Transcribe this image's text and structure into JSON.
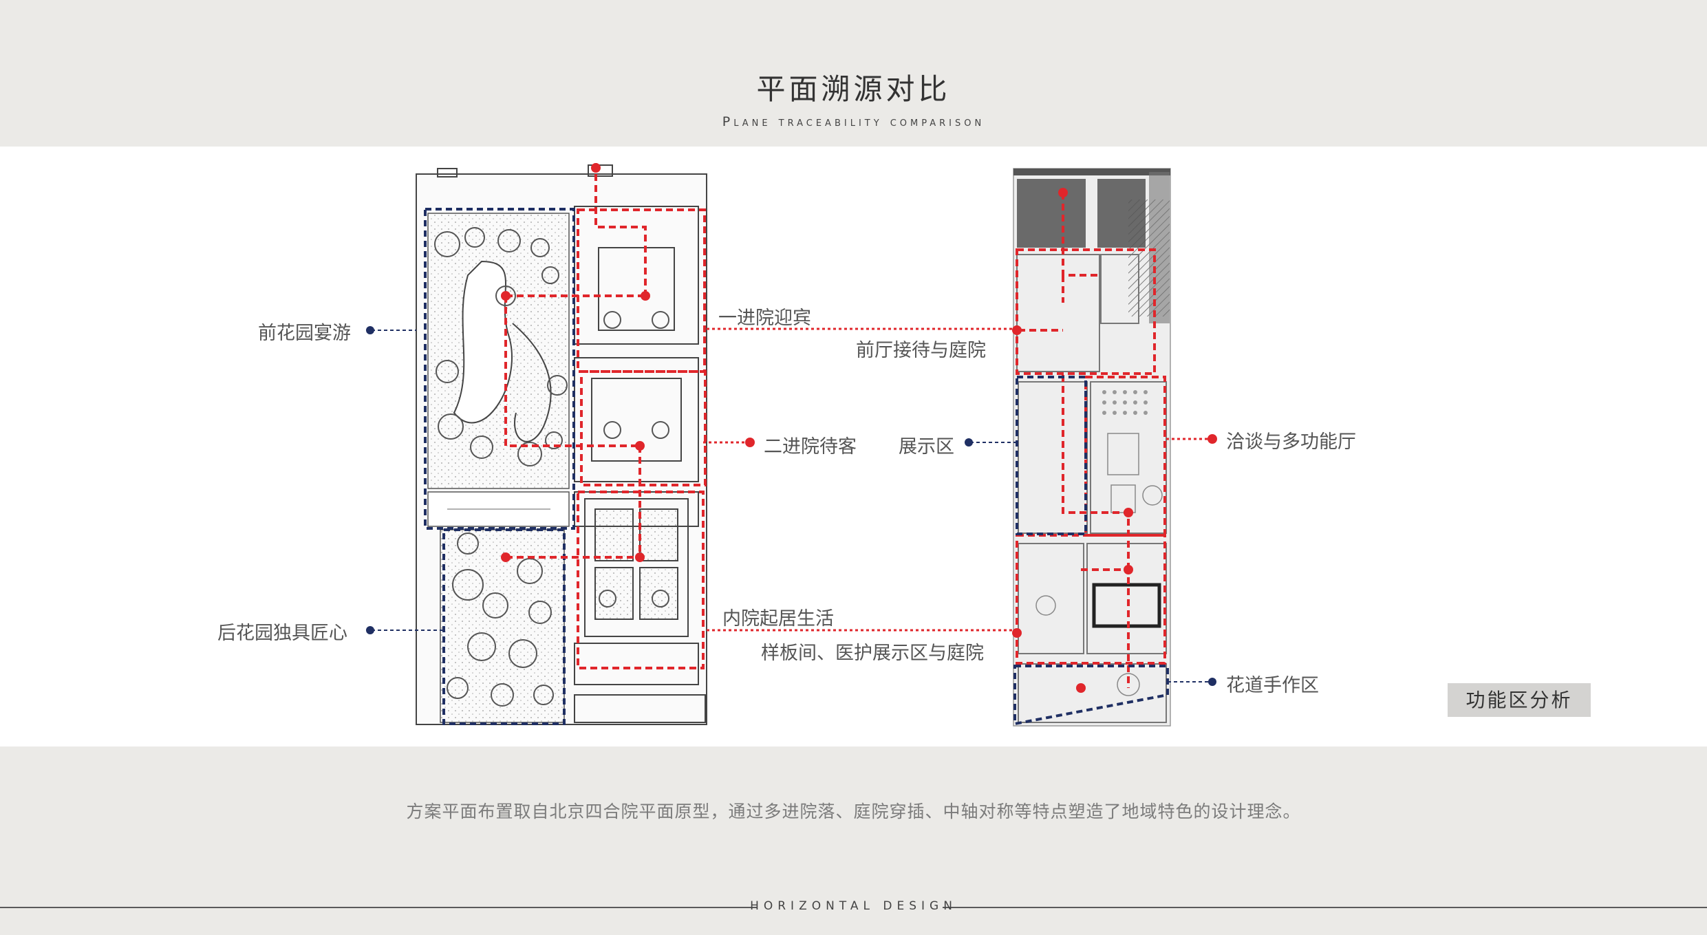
{
  "header": {
    "title": "平面溯源对比",
    "subtitle": "Plane traceability comparison"
  },
  "labels": {
    "front_garden": "前花园宴游",
    "back_garden": "后花园独具匠心",
    "first_courtyard": "一进院迎宾",
    "second_courtyard": "二进院待客",
    "inner_courtyard": "内院起居生活",
    "front_hall": "前厅接待与庭院",
    "exhibition": "展示区",
    "negotiation": "洽谈与多功能厅",
    "sample_room": "样板间、医护展示区与庭院",
    "flower_craft": "花道手作区"
  },
  "badge": "功能区分析",
  "description": "方案平面布置取自北京四合院平面原型，通过多进院落、庭院穿插、中轴对称等特点塑造了地域特色的设计理念。",
  "footer": "HORIZONTAL DESIGN",
  "colors": {
    "red": "#e0262b",
    "navy": "#1f2f63",
    "text": "#555555"
  }
}
